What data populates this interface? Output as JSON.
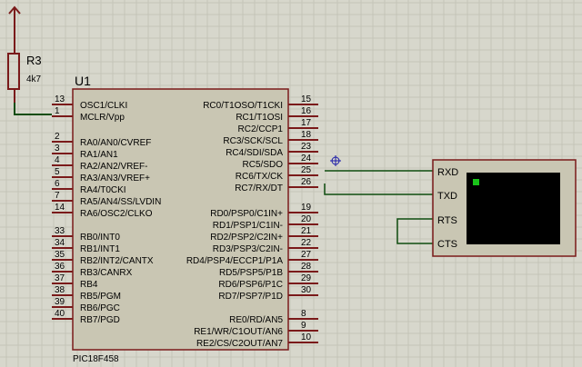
{
  "resistor": {
    "ref": "R3",
    "value": "4k7"
  },
  "chip": {
    "ref": "U1",
    "part": "PIC18F458",
    "left_pins": [
      {
        "num": "13",
        "name": "OSC1/CLKI"
      },
      {
        "num": "1",
        "name": "MCLR/Vpp"
      },
      {
        "num": "2",
        "name": "RA0/AN0/CVREF"
      },
      {
        "num": "3",
        "name": "RA1/AN1"
      },
      {
        "num": "4",
        "name": "RA2/AN2/VREF-"
      },
      {
        "num": "5",
        "name": "RA3/AN3/VREF+"
      },
      {
        "num": "6",
        "name": "RA4/T0CKI"
      },
      {
        "num": "7",
        "name": "RA5/AN4/SS/LVDIN"
      },
      {
        "num": "14",
        "name": "RA6/OSC2/CLKO"
      },
      {
        "num": "33",
        "name": "RB0/INT0"
      },
      {
        "num": "34",
        "name": "RB1/INT1"
      },
      {
        "num": "35",
        "name": "RB2/INT2/CANTX"
      },
      {
        "num": "36",
        "name": "RB3/CANRX"
      },
      {
        "num": "37",
        "name": "RB4"
      },
      {
        "num": "38",
        "name": "RB5/PGM"
      },
      {
        "num": "39",
        "name": "RB6/PGC"
      },
      {
        "num": "40",
        "name": "RB7/PGD"
      }
    ],
    "right_pins": [
      {
        "num": "15",
        "name": "RC0/T1OSO/T1CKI"
      },
      {
        "num": "16",
        "name": "RC1/T1OSI"
      },
      {
        "num": "17",
        "name": "RC2/CCP1"
      },
      {
        "num": "18",
        "name": "RC3/SCK/SCL"
      },
      {
        "num": "23",
        "name": "RC4/SDI/SDA"
      },
      {
        "num": "24",
        "name": "RC5/SDO"
      },
      {
        "num": "25",
        "name": "RC6/TX/CK"
      },
      {
        "num": "26",
        "name": "RC7/RX/DT"
      },
      {
        "num": "19",
        "name": "RD0/PSP0/C1IN+"
      },
      {
        "num": "20",
        "name": "RD1/PSP1/C1IN-"
      },
      {
        "num": "21",
        "name": "RD2/PSP2/C2IN+"
      },
      {
        "num": "22",
        "name": "RD3/PSP3/C2IN-"
      },
      {
        "num": "27",
        "name": "RD4/PSP4/ECCP1/P1A"
      },
      {
        "num": "28",
        "name": "RD5/PSP5/P1B"
      },
      {
        "num": "29",
        "name": "RD6/PSP6/P1C"
      },
      {
        "num": "30",
        "name": "RD7/PSP7/P1D"
      },
      {
        "num": "8",
        "name": "RE0/RD/AN5"
      },
      {
        "num": "9",
        "name": "RE1/WR/C1OUT/AN6"
      },
      {
        "num": "10",
        "name": "RE2/CS/C2OUT/AN7"
      }
    ]
  },
  "terminal": {
    "pins": [
      "RXD",
      "TXD",
      "RTS",
      "CTS"
    ]
  },
  "colors": {
    "background": "#d7d7cc",
    "grid": "#c4c4b8",
    "wire": "#0f4d0f",
    "pin": "#7a1a1a",
    "chip_fill": "#c9c6b3",
    "chip_border": "#7a1a1a",
    "terminal_screen": "#000000",
    "cursor_led": "#19c319",
    "power_arrow": "#7a1a1a",
    "marker": "#1a1aa8"
  }
}
